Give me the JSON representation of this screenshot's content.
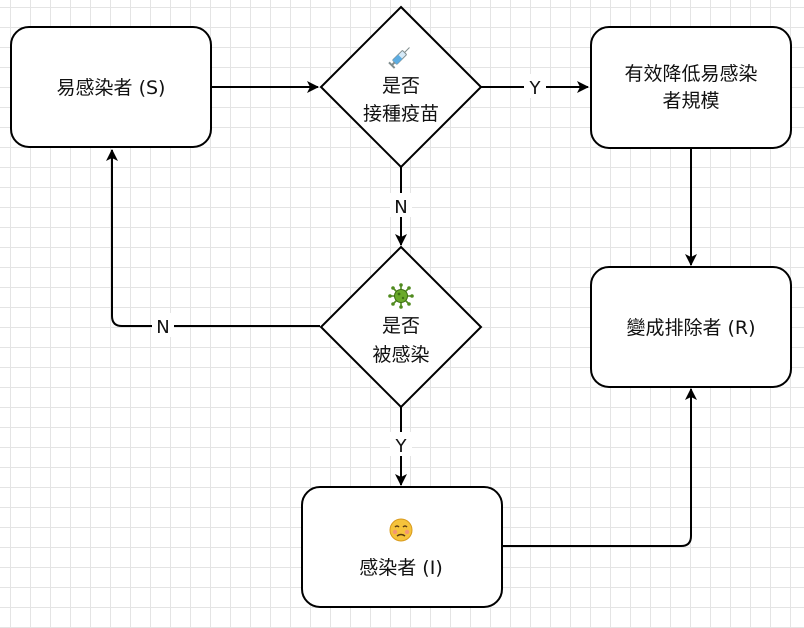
{
  "nodes": {
    "susceptible": "易感染者 (S)",
    "vaccinated_q": {
      "line1": "是否",
      "line2": "接種疫苗"
    },
    "reduce": {
      "line1": "有效降低易感染",
      "line2": "者規模"
    },
    "infected_q": {
      "line1": "是否",
      "line2": "被感染"
    },
    "removed": "變成排除者 (R)",
    "infected": "感染者 (I)"
  },
  "edge_labels": {
    "vaccinated_yes": "Y",
    "vaccinated_no": "N",
    "infected_no": "N",
    "infected_yes": "Y"
  },
  "icons": {
    "syringe": "syringe-icon",
    "virus": "virus-icon",
    "sick_face": "sick-face-icon"
  },
  "colors": {
    "stroke": "#000000",
    "grid": "#e4e4e4",
    "virus": "#4f8a1e",
    "face": "#f5c33b"
  }
}
